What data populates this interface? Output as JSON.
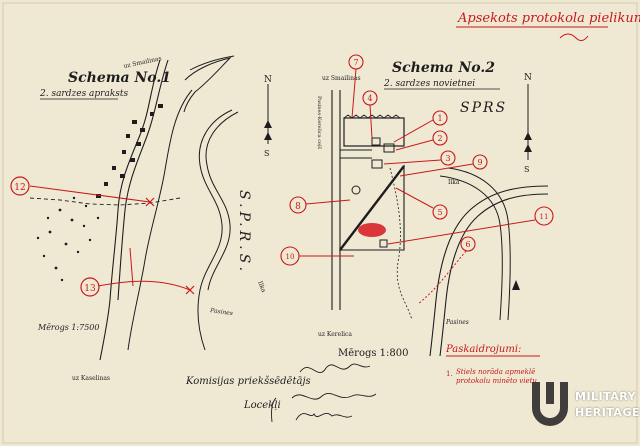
{
  "header": {
    "approval_note": "Apsekots protokola pielikums"
  },
  "schema1": {
    "title": "Schema No.1",
    "subtitle": "2. sardzes apraksts",
    "road_top": "uz Smailinas",
    "road_bottom": "uz Kaselinas",
    "place_right": "Pasines",
    "river_label": "Ilka",
    "scale": "Mērogs 1:7500",
    "markers": [
      "12",
      "13"
    ]
  },
  "schema2": {
    "title": "Schema No.2",
    "subtitle": "2. sardzes novietnei",
    "road_top": "uz Smailinas",
    "road_bottom": "uz Kerelica",
    "place_right": "Pasines",
    "river_label": "Ilka",
    "scale": "Mērogs 1:800",
    "markers": [
      "1",
      "2",
      "3",
      "4",
      "5",
      "6",
      "7",
      "8",
      "9",
      "10",
      "11"
    ]
  },
  "border_label_center": "S.P.R.S.",
  "border_label_right": "SPRS",
  "north_label": "N",
  "south_label": "S",
  "signatures": {
    "chairman_label": "Komisijas priekšsēdētājs",
    "members_label": "Locekļi"
  },
  "legend": {
    "title": "Paskaidrojumi:",
    "line_marker": "1.",
    "text": "Stiels norāda apmeklē protokolu minēto vietu"
  },
  "watermark": {
    "line1": "MILITARY",
    "line2": "HERITAGE"
  },
  "colors": {
    "paper": "#efe9d4",
    "ink": "#1d1d1f",
    "red": "#c8191b"
  }
}
